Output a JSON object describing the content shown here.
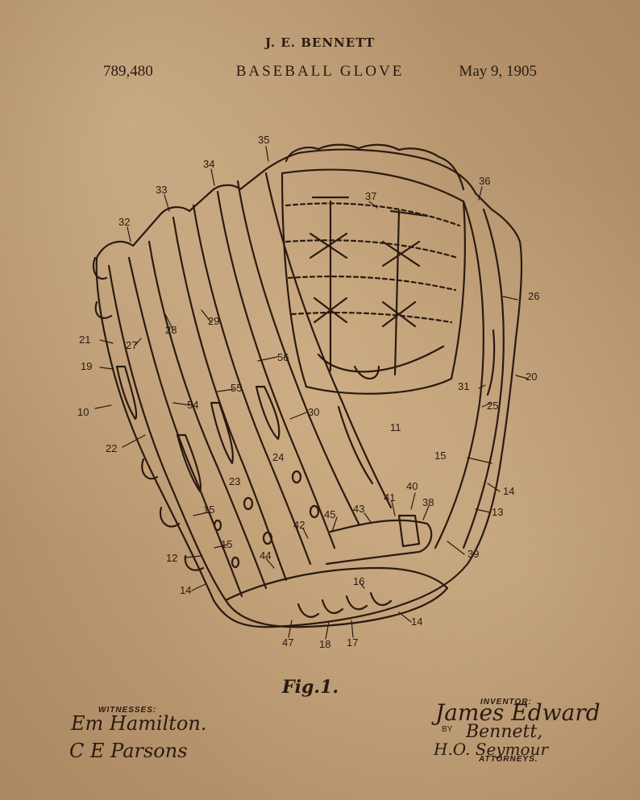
{
  "header": {
    "inventor_name": "J. E. BENNETT",
    "patent_number": "789,480",
    "title": "BASEBALL GLOVE",
    "date": "May 9, 1905"
  },
  "figure": {
    "label": "Fig.1.",
    "reference_numbers": [
      "35",
      "34",
      "33",
      "32",
      "36",
      "37",
      "21",
      "19",
      "10",
      "22",
      "27",
      "28",
      "29",
      "26",
      "20",
      "31",
      "25",
      "56",
      "55",
      "54",
      "30",
      "11",
      "24",
      "23",
      "15",
      "15",
      "15",
      "14",
      "13",
      "12",
      "14",
      "40",
      "41",
      "43",
      "45",
      "42",
      "38",
      "39",
      "44",
      "16",
      "14",
      "47",
      "18",
      "17"
    ]
  },
  "signatures": {
    "witnesses_label": "WITNESSES:",
    "witness_1": "Em Hamilton.",
    "witness_2": "C E Parsons",
    "inventor_label": "INVENTOR:",
    "inventor_signature_1": "James Edward",
    "inventor_signature_2": "Bennett,",
    "by_label": "BY",
    "attorney_signature": "H.O. Seymour",
    "attorneys_label": "ATTORNEYS."
  },
  "colors": {
    "paper": "#c9a77e",
    "ink": "#2a1a10"
  }
}
